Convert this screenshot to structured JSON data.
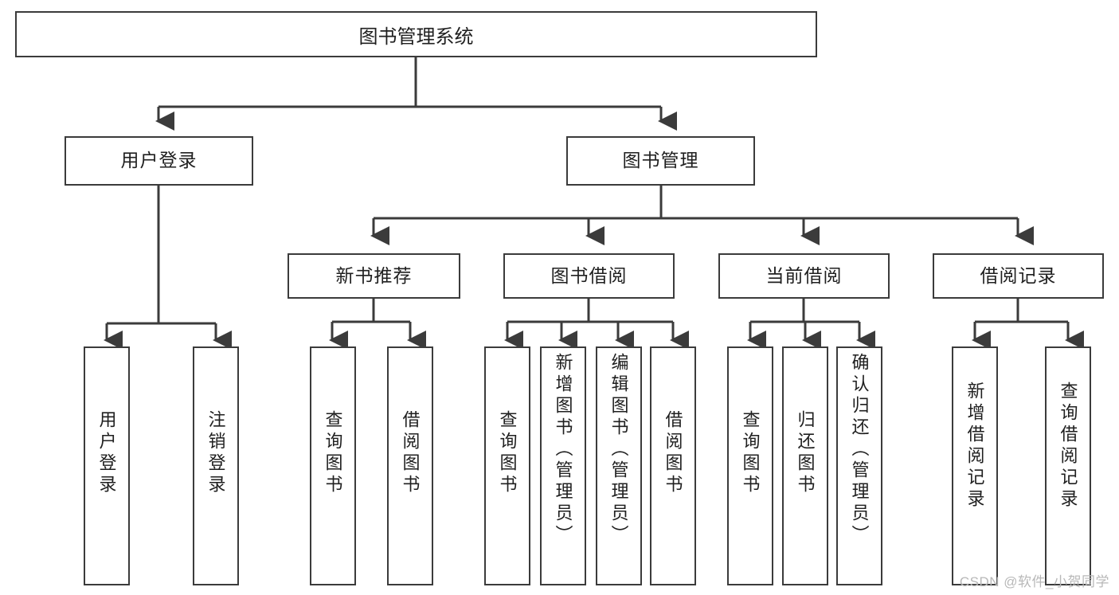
{
  "diagram": {
    "title": "图书管理系统",
    "root": {
      "label": "图书管理系统"
    },
    "level2": [
      {
        "label": "用户登录"
      },
      {
        "label": "图书管理"
      }
    ],
    "level3": [
      {
        "label": "新书推荐"
      },
      {
        "label": "图书借阅"
      },
      {
        "label": "当前借阅"
      },
      {
        "label": "借阅记录"
      }
    ],
    "leaves": {
      "user_login": [
        {
          "label": "用户登录"
        },
        {
          "label": "注销登录"
        }
      ],
      "new_book_recommend": [
        {
          "label": "查询图书"
        },
        {
          "label": "借阅图书"
        }
      ],
      "book_borrow": [
        {
          "label": "查询图书"
        },
        {
          "label": "新增图书（管理员）"
        },
        {
          "label": "编辑图书（管理员）"
        },
        {
          "label": "借阅图书"
        }
      ],
      "current_borrow": [
        {
          "label": "查询图书"
        },
        {
          "label": "归还图书"
        },
        {
          "label": "确认归还（管理员）"
        }
      ],
      "borrow_record": [
        {
          "label": "新增借阅记录"
        },
        {
          "label": "查询借阅记录"
        }
      ]
    }
  },
  "watermark": {
    "text": "CSDN @软件_小贺同学"
  },
  "colors": {
    "stroke": "#3b3b3b",
    "box_fill": "#ffffff",
    "text": "#1f1f1f",
    "watermark": "#b8b8b8",
    "background": "#ffffff"
  }
}
